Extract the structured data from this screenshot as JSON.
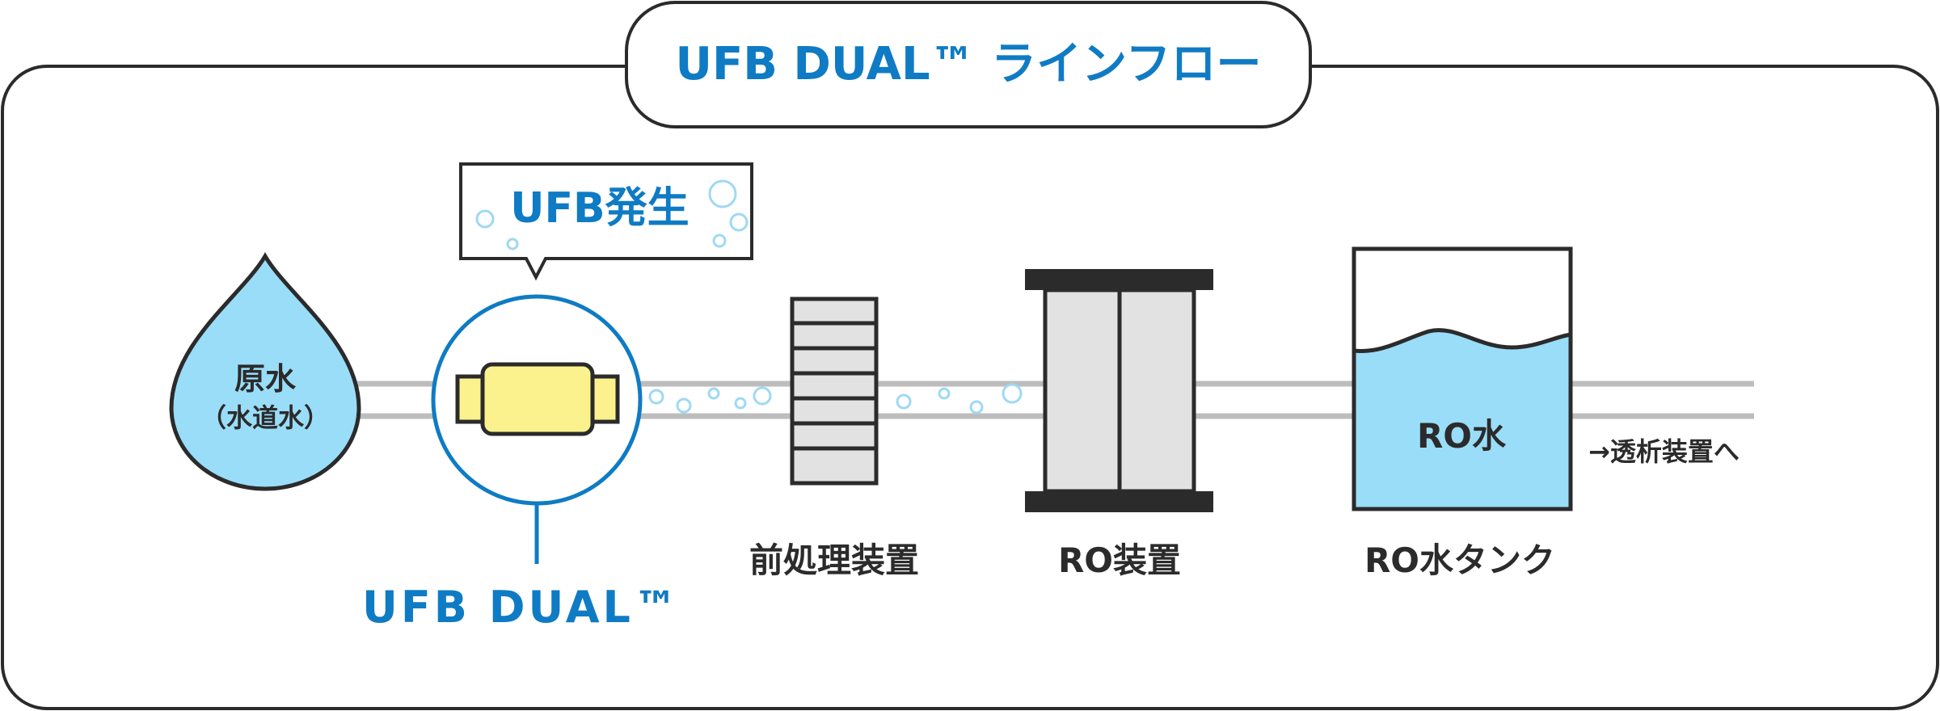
{
  "title": "UFB DUAL™ ラインフロー",
  "callout": "UFB発生",
  "source": {
    "label_main": "原水",
    "label_sub": "（水道水）"
  },
  "device": {
    "label": "UFB DUAL™"
  },
  "stages": {
    "pretreatment": "前処理装置",
    "ro_unit": "RO装置",
    "ro_tank": "RO水タンク",
    "tank_content": "RO水"
  },
  "destination": "→透析装置へ",
  "colors": {
    "accent_blue": "#0F7BC4",
    "water_blue": "#9ADDF8",
    "bubble_blue": "#9ED9F4",
    "device_yellow": "#FBF28E",
    "pipe_gray": "#BDBDBD",
    "outline": "#2B2B2B",
    "unit_fill": "#E2E2E2"
  }
}
